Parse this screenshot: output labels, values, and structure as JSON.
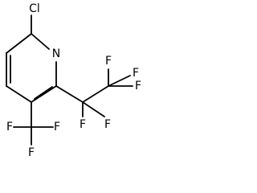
{
  "molecule": {
    "atoms": {
      "cl": "Cl",
      "n": "N",
      "f1": "F",
      "f2": "F",
      "f3": "F",
      "f4": "F",
      "f5": "F",
      "f6": "F",
      "f7": "F",
      "f8": "F"
    }
  },
  "colors": {
    "bond": "#000000",
    "label": "#000000",
    "background": "#ffffff"
  }
}
